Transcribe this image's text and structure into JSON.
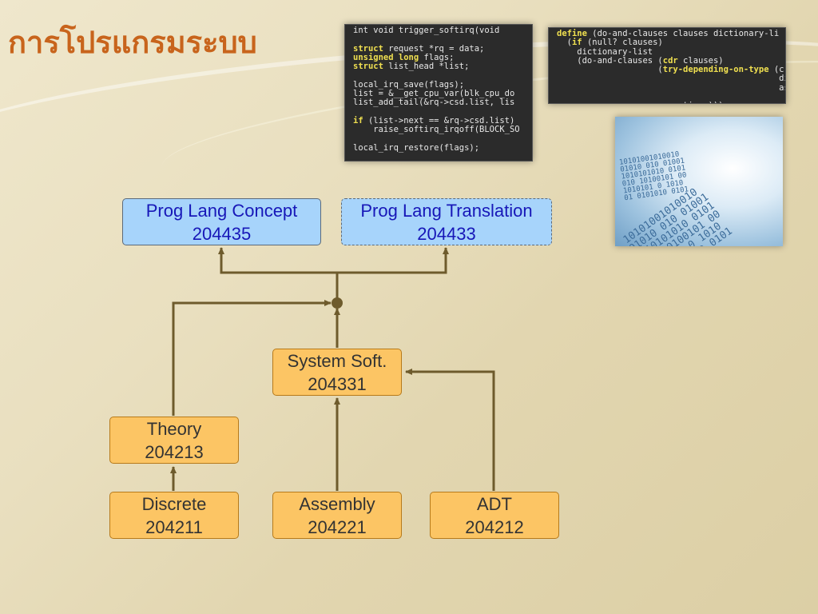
{
  "title": "การโปรแกรมระบบ",
  "colors": {
    "accent": "#c8641c",
    "node_fill": "#fcc564",
    "node_blue_fill": "#a7d4fb",
    "edge": "#6e5b2c"
  },
  "code_c": [
    "int void trigger_softirq(void",
    "",
    "struct request *rq = data;",
    "unsigned long flags;",
    "struct list_head *list;",
    "",
    "local_irq_save(flags);",
    "list = &__get_cpu_var(blk_cpu_do",
    "list_add_tail(&rq->csd.list, lis",
    "",
    "if (list->next == &rq->csd.list)",
    "    raise_softirq_irqoff(BLOCK_SO",
    "",
    "local_irq_restore(flags);"
  ],
  "code_lisp": [
    "define (do-and-clauses clauses dictionary-li",
    "  (if (null? clauses)",
    "    dictionary-list",
    "    (do-and-clauses (cdr clauses)",
    "                    (try-depending-on-type (c",
    "                                            di",
    "                                            as",
    "",
    "                    assertions)))"
  ],
  "photo_digits": "10101001010010\n01010 010 01001\n1010101010 0101\n010 10100101 00\n1010101 0 1010\n01 0101010 0101",
  "nodes": {
    "prog_lang_concept": {
      "name": "Prog Lang Concept",
      "code": "204435"
    },
    "prog_lang_translation": {
      "name": "Prog Lang Translation",
      "code": "204433"
    },
    "system_soft": {
      "name": "System Soft.",
      "code": "204331"
    },
    "theory": {
      "name": "Theory",
      "code": "204213"
    },
    "discrete": {
      "name": "Discrete",
      "code": "204211"
    },
    "assembly": {
      "name": "Assembly",
      "code": "204221"
    },
    "adt": {
      "name": "ADT",
      "code": "204212"
    }
  }
}
